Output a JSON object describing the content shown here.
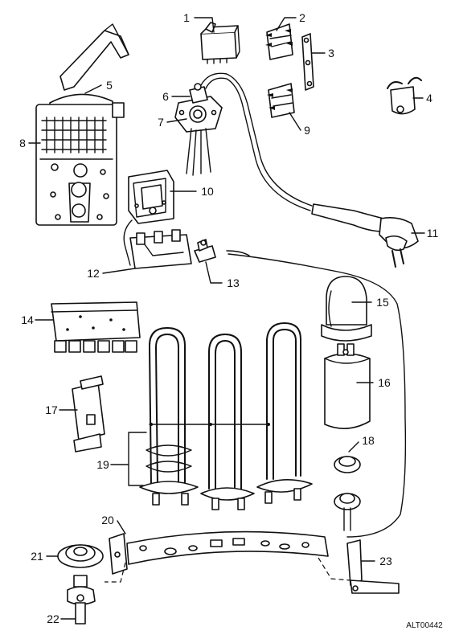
{
  "diagram": {
    "drawing_code": "ALT00442",
    "callouts": [
      {
        "id": "1",
        "text": "1"
      },
      {
        "id": "2",
        "text": "2"
      },
      {
        "id": "3",
        "text": "3"
      },
      {
        "id": "4",
        "text": "4"
      },
      {
        "id": "5",
        "text": "5"
      },
      {
        "id": "6",
        "text": "6"
      },
      {
        "id": "7",
        "text": "7"
      },
      {
        "id": "8",
        "text": "8"
      },
      {
        "id": "9",
        "text": "9"
      },
      {
        "id": "10",
        "text": "10"
      },
      {
        "id": "11",
        "text": "11"
      },
      {
        "id": "12",
        "text": "12"
      },
      {
        "id": "13",
        "text": "13"
      },
      {
        "id": "14",
        "text": "14"
      },
      {
        "id": "15",
        "text": "15"
      },
      {
        "id": "16",
        "text": "16"
      },
      {
        "id": "17",
        "text": "17"
      },
      {
        "id": "18",
        "text": "18"
      },
      {
        "id": "19",
        "text": "19"
      },
      {
        "id": "20",
        "text": "20"
      },
      {
        "id": "21",
        "text": "21"
      },
      {
        "id": "22",
        "text": "22"
      },
      {
        "id": "23",
        "text": "23"
      }
    ]
  }
}
